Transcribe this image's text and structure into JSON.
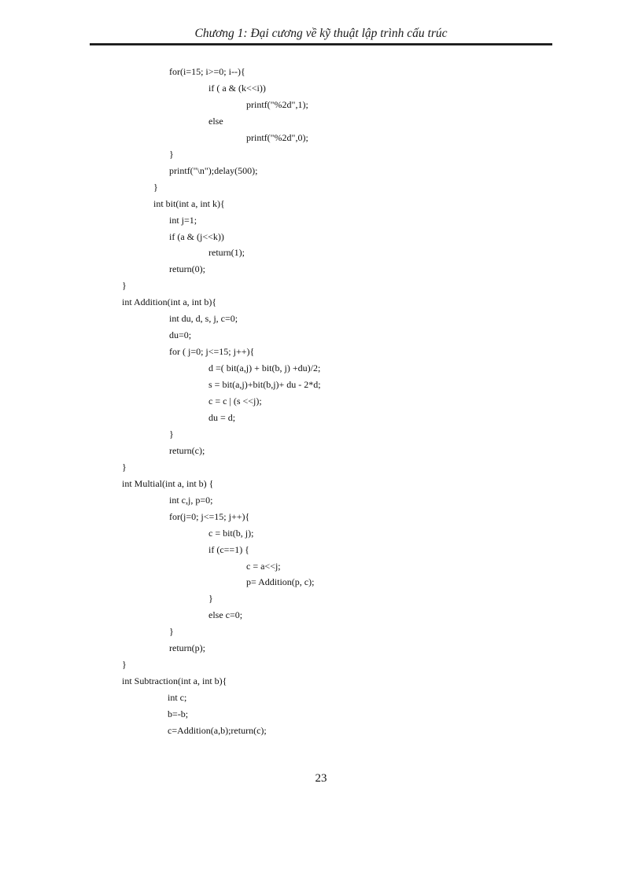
{
  "header": {
    "title": "Chương 1: Đại cương về kỹ thuật lập trình cấu trúc"
  },
  "code": {
    "lines": [
      {
        "indent": 215,
        "text": "for(i=15; i>=0; i--){"
      },
      {
        "indent": 265,
        "text": "if ( a & (k<<i))"
      },
      {
        "indent": 313,
        "text": "printf(\"%2d\",1);"
      },
      {
        "indent": 265,
        "text": "else"
      },
      {
        "indent": 313,
        "text": "printf(\"%2d\",0);"
      },
      {
        "indent": 215,
        "text": "}"
      },
      {
        "indent": 215,
        "text": "printf(\"\\n\");delay(500);"
      },
      {
        "indent": 195,
        "text": "}"
      },
      {
        "indent": 195,
        "text": "int bit(int a, int k){"
      },
      {
        "indent": 215,
        "text": "int j=1;"
      },
      {
        "indent": 215,
        "text": "if (a & (j<<k))"
      },
      {
        "indent": 265,
        "text": "return(1);"
      },
      {
        "indent": 215,
        "text": "return(0);"
      },
      {
        "indent": 155,
        "text": "}"
      },
      {
        "indent": 155,
        "text": "int Addition(int a, int b){"
      },
      {
        "indent": 215,
        "text": "int du, d, s, j, c=0;"
      },
      {
        "indent": 215,
        "text": "du=0;"
      },
      {
        "indent": 215,
        "text": "for ( j=0; j<=15; j++){"
      },
      {
        "indent": 265,
        "text": "d =( bit(a,j) + bit(b, j) +du)/2;"
      },
      {
        "indent": 265,
        "text": "s = bit(a,j)+bit(b,j)+ du - 2*d;"
      },
      {
        "indent": 265,
        "text": "c = c | (s <<j);"
      },
      {
        "indent": 265,
        "text": "du = d;"
      },
      {
        "indent": 215,
        "text": "}"
      },
      {
        "indent": 215,
        "text": "return(c);"
      },
      {
        "indent": 155,
        "text": "}"
      },
      {
        "indent": 155,
        "text": "int Multial(int a, int b) {"
      },
      {
        "indent": 215,
        "text": "int c,j, p=0;"
      },
      {
        "indent": 215,
        "text": "for(j=0; j<=15; j++){"
      },
      {
        "indent": 265,
        "text": "c = bit(b, j);"
      },
      {
        "indent": 265,
        "text": "if (c==1) {"
      },
      {
        "indent": 313,
        "text": "c = a<<j;"
      },
      {
        "indent": 313,
        "text": "p= Addition(p, c);"
      },
      {
        "indent": 265,
        "text": "}"
      },
      {
        "indent": 265,
        "text": "else c=0;"
      },
      {
        "indent": 215,
        "text": "}"
      },
      {
        "indent": 215,
        "text": "return(p);"
      },
      {
        "indent": 155,
        "text": "}"
      },
      {
        "indent": 155,
        "text": "int Subtraction(int a, int b){"
      },
      {
        "indent": 213,
        "text": "int c;"
      },
      {
        "indent": 213,
        "text": "b=-b;"
      },
      {
        "indent": 213,
        "text": "c=Addition(a,b);return(c);"
      }
    ]
  },
  "footer": {
    "page_number": "23"
  }
}
